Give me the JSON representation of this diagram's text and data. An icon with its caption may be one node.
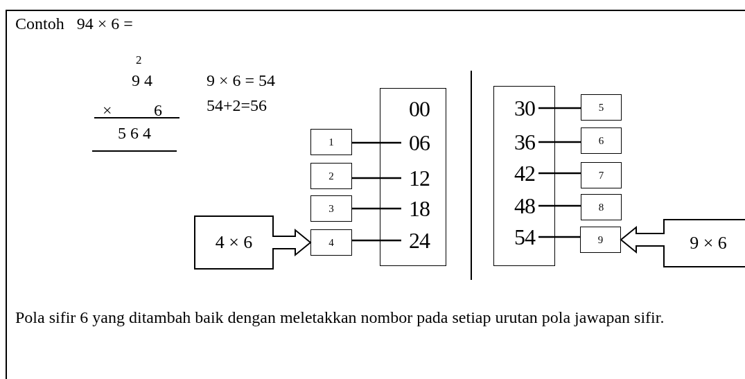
{
  "diagram": {
    "title": "Contoh   94 × 6 =",
    "caption": "Pola sifir 6 yang ditambah baik dengan meletakkan nombor pada setiap urutan pola jawapan sifir.",
    "nodes": [
      {
        "text": [],
        "shape": "box"
      },
      {
        "text": [
          "00"
        ],
        "in": 0
      },
      {
        "text": [
          "06"
        ],
        "in": 0
      },
      {
        "text": [
          "12"
        ],
        "in": 0
      },
      {
        "text": [
          "18"
        ],
        "in": 0
      },
      {
        "text": [
          "24"
        ],
        "in": 0
      },
      {
        "text": [],
        "shape": "box"
      },
      {
        "text": [
          "30"
        ],
        "in": 6
      },
      {
        "text": [
          "36"
        ],
        "in": 6
      },
      {
        "text": [
          "42"
        ],
        "in": 6
      },
      {
        "text": [
          "48"
        ],
        "in": 6
      },
      {
        "text": [
          "54"
        ],
        "in": 6
      },
      {
        "text": [
          "1"
        ]
      },
      {
        "text": [
          "2"
        ]
      },
      {
        "text": [
          "3"
        ]
      },
      {
        "text": [
          "4"
        ]
      },
      {
        "text": [
          "4 × 6"
        ]
      },
      {
        "text": [
          "5"
        ]
      },
      {
        "text": [
          "6"
        ]
      },
      {
        "text": [
          "7"
        ]
      },
      {
        "text": [
          "8"
        ]
      },
      {
        "text": [
          "9"
        ]
      },
      {
        "text": [
          "9 × 6"
        ]
      }
    ],
    "edges": [
      {
        "from": 12,
        "to": 2,
        "arrow": "none"
      },
      {
        "from": 13,
        "to": 3,
        "arrow": "none"
      },
      {
        "from": 14,
        "to": 4,
        "arrow": "none"
      },
      {
        "from": 15,
        "to": 5,
        "arrow": "none"
      },
      {
        "from": 16,
        "to": 15,
        "arrow": "to"
      },
      {
        "from": 7,
        "to": 17,
        "arrow": "none"
      },
      {
        "from": 8,
        "to": 18,
        "arrow": "none"
      },
      {
        "from": 9,
        "to": 19,
        "arrow": "none"
      },
      {
        "from": 10,
        "to": 20,
        "arrow": "none"
      },
      {
        "from": 11,
        "to": 21,
        "arrow": "none"
      },
      {
        "from": 22,
        "to": 21,
        "arrow": "to"
      }
    ],
    "labels": [
      "2",
      "9 4",
      "×",
      "6",
      "5 6 4",
      "9 × 6 = 54",
      "54+2=56"
    ]
  }
}
